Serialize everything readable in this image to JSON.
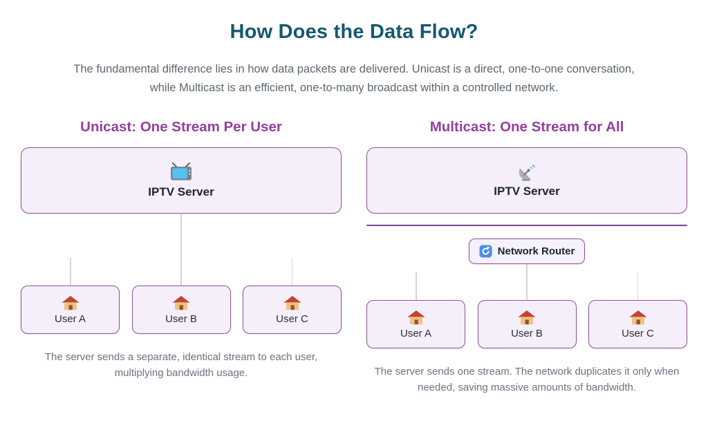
{
  "page": {
    "title": "How Does the Data Flow?",
    "subtitle": "The fundamental difference lies in how data packets are delivered. Unicast is a direct, one-to-one conversation, while Multicast is an efficient, one-to-many broadcast within a controlled network."
  },
  "unicast": {
    "heading": "Unicast: One Stream Per User",
    "server": {
      "label": "IPTV Server",
      "icon": "tv-icon"
    },
    "users": [
      {
        "label": "User A",
        "icon": "house-icon"
      },
      {
        "label": "User B",
        "icon": "house-icon"
      },
      {
        "label": "User C",
        "icon": "house-icon"
      }
    ],
    "caption": "The server sends a separate, identical stream to each user, multiplying bandwidth usage."
  },
  "multicast": {
    "heading": "Multicast: One Stream for All",
    "server": {
      "label": "IPTV Server",
      "icon": "satellite-icon"
    },
    "router": {
      "label": "Network Router",
      "icon": "sync-icon"
    },
    "users": [
      {
        "label": "User A",
        "icon": "house-icon"
      },
      {
        "label": "User B",
        "icon": "house-icon"
      },
      {
        "label": "User C",
        "icon": "house-icon"
      }
    ],
    "caption": "The server sends one stream. The network duplicates it only when needed, saving massive amounts of bandwidth."
  },
  "colors": {
    "title_text": "#155870",
    "section_heading": "#943f9f",
    "box_border": "#8a529c",
    "box_fill": "#f5effa",
    "divider": "#7b3f8c",
    "connector": "#d4d4d4",
    "router_icon_blue": "#4b8fe2",
    "body_text": "#5c6670"
  }
}
